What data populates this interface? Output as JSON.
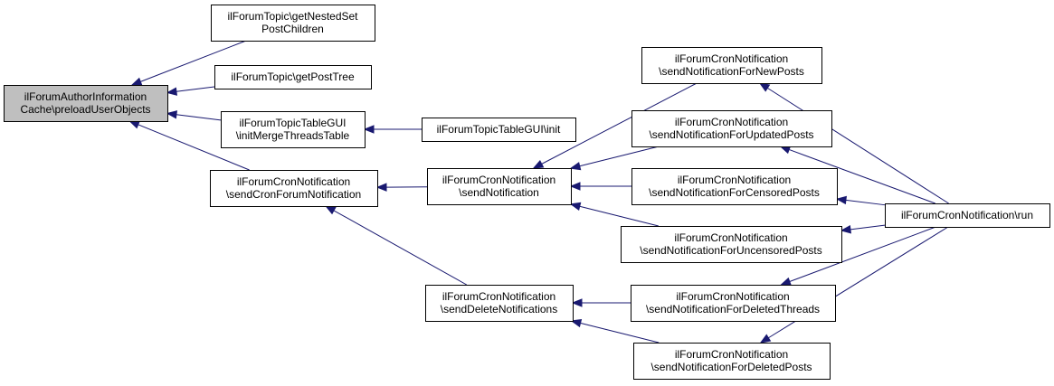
{
  "nodes": {
    "preload": {
      "lines": [
        "ilForumAuthorInformation",
        "Cache\\preloadUserObjects"
      ]
    },
    "nestedset": {
      "lines": [
        "ilForumTopic\\getNestedSet",
        "PostChildren"
      ]
    },
    "posttree": {
      "lines": [
        "ilForumTopic\\getPostTree"
      ]
    },
    "merge": {
      "lines": [
        "ilForumTopicTableGUI",
        "\\initMergeThreadsTable"
      ]
    },
    "tableinit": {
      "lines": [
        "ilForumTopicTableGUI\\init"
      ]
    },
    "sendcron": {
      "lines": [
        "ilForumCronNotification",
        "\\sendCronForumNotification"
      ]
    },
    "sendnotif": {
      "lines": [
        "ilForumCronNotification",
        "\\sendNotification"
      ]
    },
    "senddelete": {
      "lines": [
        "ilForumCronNotification",
        "\\sendDeleteNotifications"
      ]
    },
    "newposts": {
      "lines": [
        "ilForumCronNotification",
        "\\sendNotificationForNewPosts"
      ]
    },
    "updated": {
      "lines": [
        "ilForumCronNotification",
        "\\sendNotificationForUpdatedPosts"
      ]
    },
    "censored": {
      "lines": [
        "ilForumCronNotification",
        "\\sendNotificationForCensoredPosts"
      ]
    },
    "uncensored": {
      "lines": [
        "ilForumCronNotification",
        "\\sendNotificationForUncensoredPosts"
      ]
    },
    "delthreads": {
      "lines": [
        "ilForumCronNotification",
        "\\sendNotificationForDeletedThreads"
      ]
    },
    "delposts": {
      "lines": [
        "ilForumCronNotification",
        "\\sendNotificationForDeletedPosts"
      ]
    },
    "run": {
      "lines": [
        "ilForumCronNotification\\run"
      ]
    }
  },
  "edges": [
    {
      "from": "nestedset",
      "to": "preload"
    },
    {
      "from": "posttree",
      "to": "preload"
    },
    {
      "from": "merge",
      "to": "preload"
    },
    {
      "from": "sendcron",
      "to": "preload"
    },
    {
      "from": "tableinit",
      "to": "merge"
    },
    {
      "from": "sendnotif",
      "to": "sendcron"
    },
    {
      "from": "senddelete",
      "to": "sendcron"
    },
    {
      "from": "newposts",
      "to": "sendnotif"
    },
    {
      "from": "updated",
      "to": "sendnotif"
    },
    {
      "from": "censored",
      "to": "sendnotif"
    },
    {
      "from": "uncensored",
      "to": "sendnotif"
    },
    {
      "from": "delthreads",
      "to": "senddelete"
    },
    {
      "from": "delposts",
      "to": "senddelete"
    },
    {
      "from": "run",
      "to": "newposts"
    },
    {
      "from": "run",
      "to": "updated"
    },
    {
      "from": "run",
      "to": "censored"
    },
    {
      "from": "run",
      "to": "uncensored"
    },
    {
      "from": "run",
      "to": "delthreads"
    },
    {
      "from": "run",
      "to": "delposts"
    }
  ],
  "colors": {
    "edge": "#191970",
    "root_fill": "#bfbfbf",
    "node_fill": "#ffffff",
    "border": "#000000"
  }
}
